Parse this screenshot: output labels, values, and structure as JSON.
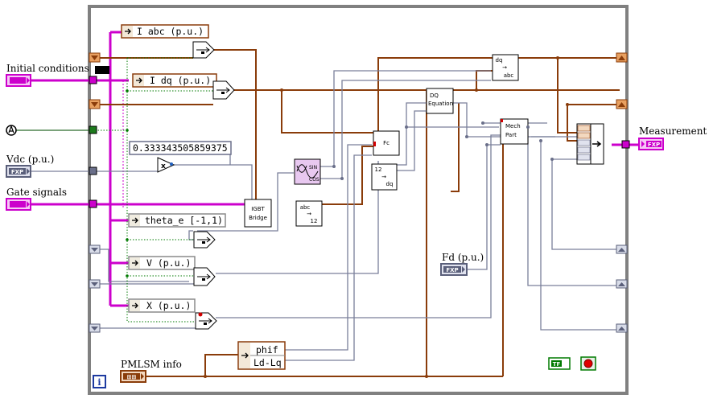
{
  "labels": {
    "initial_conditions": "Initial conditions",
    "vdc": "Vdc (p.u.)",
    "gate_signals": "Gate signals",
    "measurement": "Measurement",
    "pmlsm_info": "PMLSM info",
    "fd": "Fd (p.u.)"
  },
  "unbundle_items": {
    "i_abc": "I abc (p.u.)",
    "i_dq": "I dq (p.u.)",
    "theta_e": "theta_e [-1,1)",
    "v": "V (p.u.)",
    "x": "X (p.u.)"
  },
  "constant_value": "0.333343505859375",
  "subvis": {
    "igbt": [
      "IGBT",
      "Bridge"
    ],
    "abc12": [
      "abc",
      "→",
      "12"
    ],
    "fc": "Fc",
    "t12dq": [
      "12",
      "→",
      "dq"
    ],
    "dq_eq": [
      "DQ",
      "Equation"
    ],
    "dqabc": [
      "dq",
      "→",
      "abc"
    ],
    "mech": [
      "Mech",
      "Part"
    ],
    "sincos": [
      "SIN",
      "COS"
    ]
  },
  "pmlsm_bundle": {
    "phif": "phif",
    "ld_lq": "Ld-Lq"
  },
  "terminal_tags": {
    "fxp": "FXP",
    "measure": "FXP",
    "bool": "TF",
    "info": "⊞⊞",
    "multiply": "x"
  },
  "colors": {
    "cluster_wire": "#cc00cc",
    "fixed_wire": "#8a3c0a",
    "scalar_wire": "#7a7f9a",
    "bool_wire": "#007a00",
    "frame": "#808080"
  }
}
